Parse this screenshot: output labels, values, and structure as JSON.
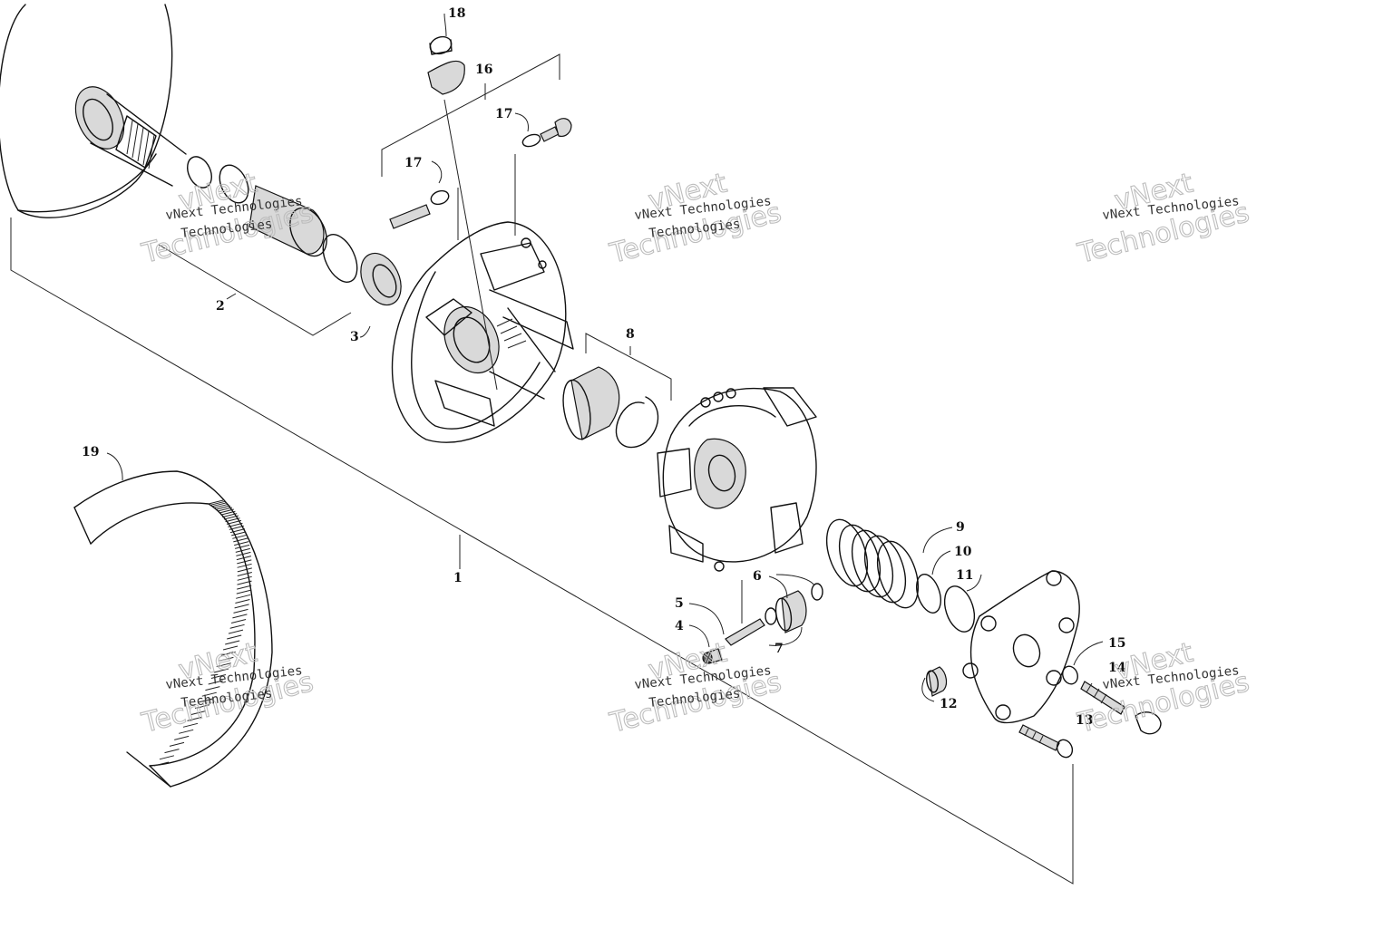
{
  "callouts": [
    "1",
    "2",
    "3",
    "4",
    "5",
    "6",
    "7",
    "8",
    "9",
    "10",
    "11",
    "12",
    "13",
    "14",
    "15",
    "16",
    "17",
    "17",
    "18",
    "19"
  ],
  "watermark": {
    "name": "vNext Technologies",
    "word1": "vNext",
    "word2": "Technologies"
  },
  "colors": {
    "line": "#111111",
    "shade": "#d9d9d9",
    "watermark": "#bdbdbd"
  }
}
